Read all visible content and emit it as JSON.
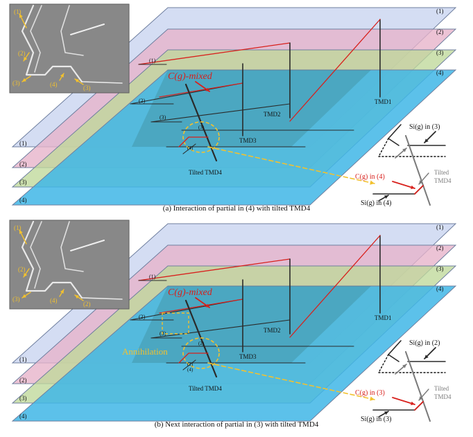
{
  "colors": {
    "layer1": "#c8d3f0",
    "layer2": "#e7b2c9",
    "layer3": "#bfd99a",
    "layer4": "#3fb6e6",
    "highlight_red": "#d8201c",
    "annotation_yellow": "#f2c12e",
    "dislocation": "#2a2a2a",
    "partial_gray": "#7a7a7a"
  },
  "panels": [
    {
      "id": "a",
      "caption": "(a) Interaction of partial in (4) with tilted TMD4",
      "layer_labels_left": [
        "(1)",
        "(2)",
        "(3)",
        "(4)"
      ],
      "layer_labels_right": [
        "(1)",
        "(2)",
        "(3)",
        "(4)"
      ],
      "partial_labels": [
        "(1)",
        "(2)",
        "(3)"
      ],
      "mixed_label": "C(g)-mixed",
      "tmd_labels": [
        "TMD1",
        "TMD2",
        "TMD3",
        "Tilted TMD4"
      ],
      "junction_labels": [
        "(3)",
        "(4)"
      ],
      "micrograph_labels": [
        "(1)",
        "(2)",
        "(3)",
        "(4)",
        "(3)"
      ],
      "inset": {
        "top_label": "Si(g) in (3)",
        "red_label": "C(g) in (4)",
        "bottom_label": "Si(g) in (4)",
        "tilted_label": "Tilted\nTMD4"
      }
    },
    {
      "id": "b",
      "caption": "(b) Next interaction of partial in (3) with tilted TMD4",
      "layer_labels_left": [
        "(1)",
        "(2)",
        "(3)",
        "(4)"
      ],
      "layer_labels_right": [
        "(1)",
        "(2)",
        "(3)",
        "(4)"
      ],
      "partial_labels": [
        "(1)",
        "(2)",
        "(3)"
      ],
      "mixed_label": "C(g)-mixed",
      "annihilation_label": "Annihilation",
      "tmd_labels": [
        "TMD1",
        "TMD2",
        "TMD3",
        "Tilted TMD4"
      ],
      "junction_labels": [
        "(2)",
        "(2)",
        "(4)"
      ],
      "micrograph_labels": [
        "(1)",
        "(2)",
        "(3)",
        "(4)",
        "(2)"
      ],
      "inset": {
        "top_label": "Si(g) in (2)",
        "red_label": "C(g) in (3)",
        "bottom_label": "Si(g) in (3)",
        "tilted_label": "Tilted\nTMD4"
      }
    }
  ]
}
